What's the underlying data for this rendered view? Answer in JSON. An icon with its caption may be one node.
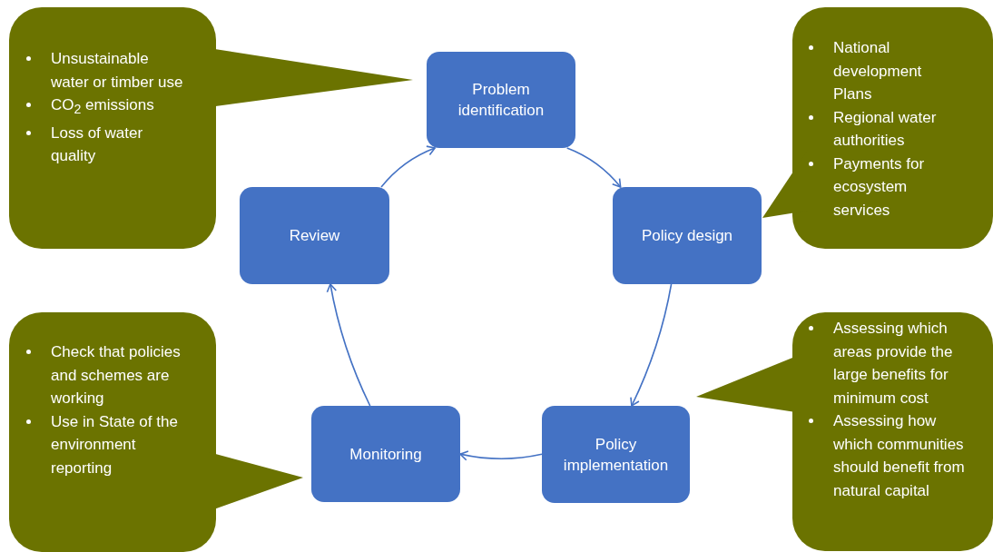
{
  "diagram": {
    "nodes": [
      {
        "text": [
          "Unsustainable water or timber use",
          "CO$_{2}$ emissions",
          "Loss of water quality"
        ]
      },
      {
        "text": [
          "Problem identification"
        ]
      },
      {
        "text": [
          "National development Plans",
          "Regional water authorities",
          "Payments for ecosystem services"
        ]
      },
      {
        "text": [
          "Review"
        ]
      },
      {
        "text": [
          "Policy design"
        ]
      },
      {
        "text": [
          "Check that policies and schemes are working",
          "Use in State of the environment reporting"
        ]
      },
      {
        "text": [
          "Assessing which areas provide the large benefits for minimum cost",
          "Assessing how which communities should benefit from natural capital"
        ]
      },
      {
        "text": [
          "Monitoring"
        ]
      },
      {
        "text": [
          "Policy implementation"
        ]
      }
    ],
    "edges": [
      {
        "from": 3,
        "to": 1,
        "arrow": "to"
      },
      {
        "from": 1,
        "to": 4,
        "arrow": "to"
      },
      {
        "from": 4,
        "to": 8,
        "arrow": "to"
      },
      {
        "from": 8,
        "to": 7,
        "arrow": "to"
      },
      {
        "from": 7,
        "to": 3,
        "arrow": "to"
      }
    ]
  }
}
